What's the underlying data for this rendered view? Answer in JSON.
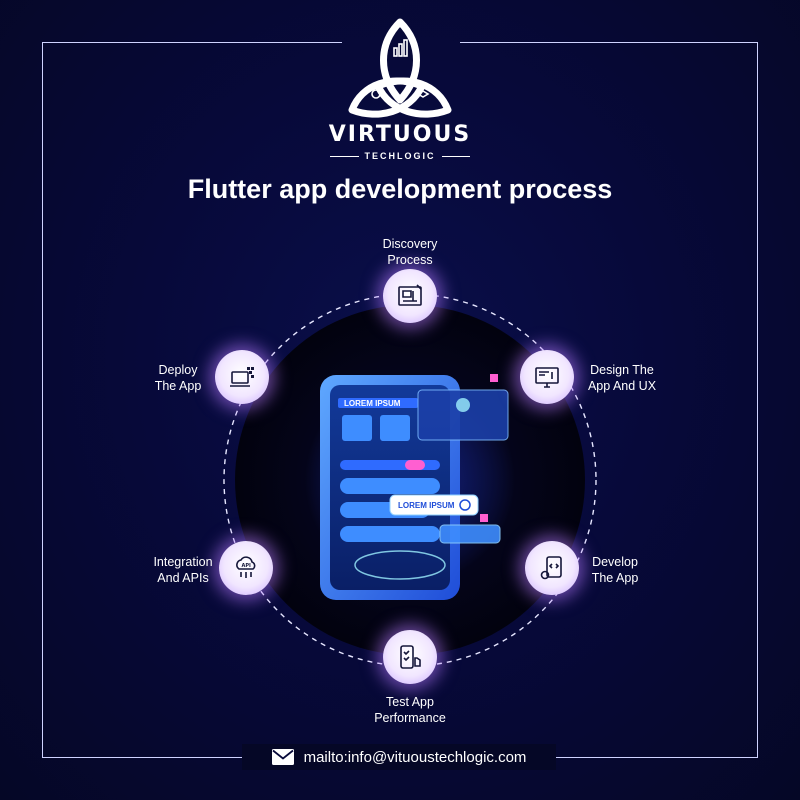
{
  "brand": {
    "name": "VIRTUOUS",
    "tagline": "TECHLOGIC"
  },
  "title": "Flutter app development process",
  "steps": [
    {
      "line1": "Discovery",
      "line2": "Process",
      "icon": "blueprint-icon"
    },
    {
      "line1": "Design The",
      "line2": "App And UX",
      "icon": "monitor-design-icon"
    },
    {
      "line1": "Develop",
      "line2": "The App",
      "icon": "code-gear-icon"
    },
    {
      "line1": "Test App",
      "line2": "Performance",
      "icon": "phone-test-icon"
    },
    {
      "line1": "Integration",
      "line2": "And APIs",
      "icon": "api-cloud-icon"
    },
    {
      "line1": "Deploy",
      "line2": "The App",
      "icon": "laptop-deploy-icon"
    }
  ],
  "phone": {
    "header": "LOREM IPSUM",
    "button": "LOREM IPSUM"
  },
  "footer": {
    "email": "mailto:info@vituoustechlogic.com",
    "icon": "mail-icon"
  },
  "colors": {
    "background": "#07093a",
    "accent": "#a46bff",
    "phone_blue": "#2f7bff"
  }
}
